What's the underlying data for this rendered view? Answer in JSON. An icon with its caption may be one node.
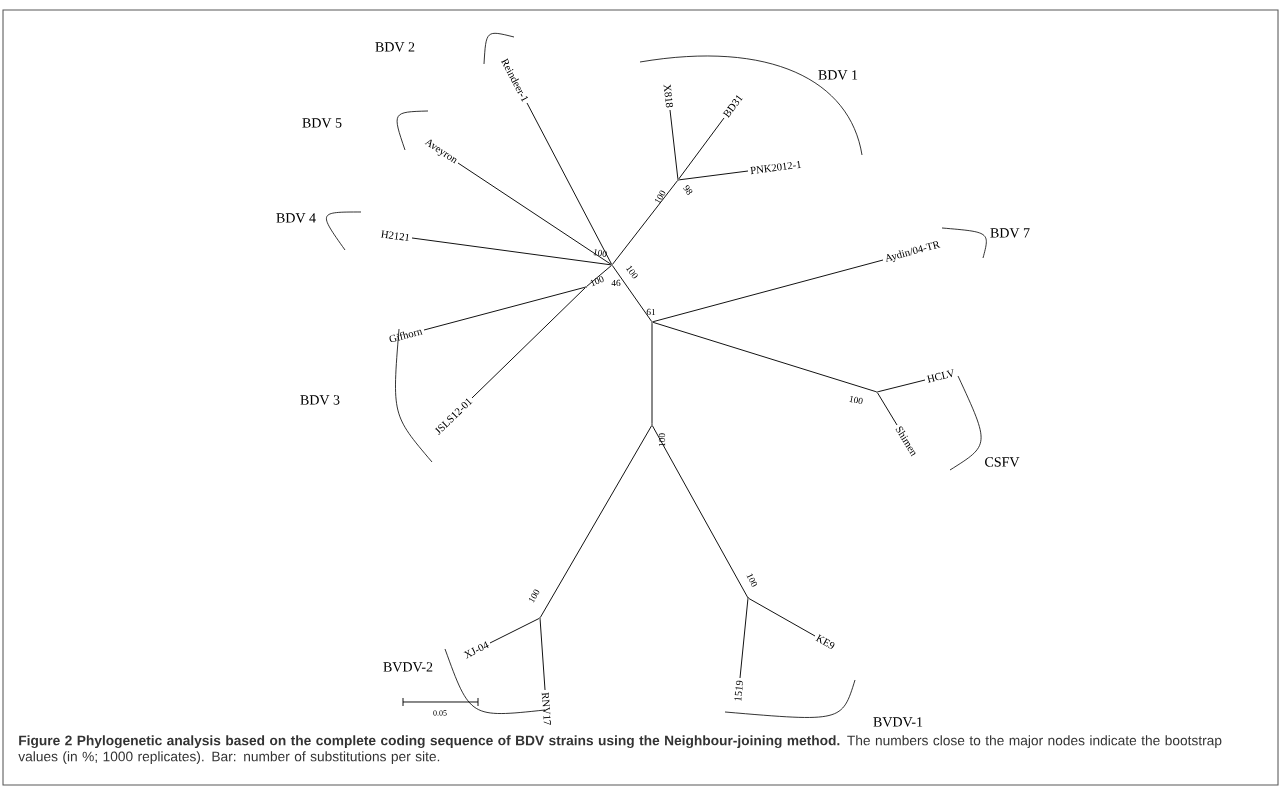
{
  "diagram": {
    "caption": "**Figure 2 Phylogenetic analysis based on the complete coding sequence of BDV strains using the Neighbour-joining method.** The numbers close to the major nodes indicate the bootstrap values (in %; 1000 replicates). Bar: number of substitutions per site.",
    "nodes": [
      {
        "text": [
          "Reindeer-1"
        ]
      },
      {
        "text": [
          "X818"
        ]
      },
      {
        "text": [
          "BD31"
        ]
      },
      {
        "text": [
          "Aveyron"
        ]
      },
      {
        "text": [
          "PNK2012-1"
        ]
      },
      {
        "text": [],
        "shape": "point",
        "beside": [
          "100",
          "98"
        ]
      },
      {
        "text": [
          "H2121"
        ]
      },
      {
        "text": [
          "Aydin/04-TR"
        ]
      },
      {
        "text": [],
        "shape": "point",
        "beside": [
          "100",
          "100"
        ]
      },
      {
        "text": [],
        "shape": "point",
        "beside": [
          "100",
          "46"
        ]
      },
      {
        "text": [
          "Gifhorn"
        ]
      },
      {
        "text": [],
        "shape": "point",
        "beside": [
          "61"
        ]
      },
      {
        "text": [
          "HCLV"
        ]
      },
      {
        "text": [],
        "shape": "point",
        "beside": [
          "100"
        ]
      },
      {
        "text": [
          "JSLS12-01"
        ]
      },
      {
        "text": [
          "Shimen"
        ]
      },
      {
        "text": [],
        "shape": "point",
        "beside": [
          "100"
        ]
      },
      {
        "text": [],
        "shape": "point",
        "beside": [
          "100"
        ]
      },
      {
        "text": [],
        "shape": "point",
        "beside": [
          "100"
        ]
      },
      {
        "text": [
          "XJ-04"
        ]
      },
      {
        "text": [
          "KE9"
        ]
      },
      {
        "text": [
          "1519"
        ]
      },
      {
        "text": [
          "RNV17"
        ]
      }
    ],
    "edges": [
      {
        "from": 8,
        "to": 0,
        "arrow": "none"
      },
      {
        "from": 8,
        "to": 3,
        "arrow": "none"
      },
      {
        "from": 8,
        "to": 6,
        "arrow": "none"
      },
      {
        "from": 8,
        "to": 5,
        "arrow": "none"
      },
      {
        "from": 5,
        "to": 1,
        "arrow": "none"
      },
      {
        "from": 5,
        "to": 2,
        "arrow": "none"
      },
      {
        "from": 5,
        "to": 4,
        "arrow": "none"
      },
      {
        "from": 8,
        "to": 9,
        "arrow": "none"
      },
      {
        "from": 9,
        "to": 10,
        "arrow": "none"
      },
      {
        "from": 9,
        "to": 14,
        "arrow": "none"
      },
      {
        "from": 8,
        "to": 11,
        "arrow": "none"
      },
      {
        "from": 11,
        "to": 7,
        "arrow": "none"
      },
      {
        "from": 11,
        "to": 13,
        "arrow": "none"
      },
      {
        "from": 13,
        "to": 12,
        "arrow": "none"
      },
      {
        "from": 13,
        "to": 15,
        "arrow": "none"
      },
      {
        "from": 11,
        "to": 16,
        "arrow": "none"
      },
      {
        "from": 16,
        "to": 18,
        "arrow": "none"
      },
      {
        "from": 16,
        "to": 17,
        "arrow": "none"
      },
      {
        "from": 18,
        "to": 19,
        "arrow": "none"
      },
      {
        "from": 18,
        "to": 22,
        "arrow": "none"
      },
      {
        "from": 17,
        "to": 21,
        "arrow": "none"
      },
      {
        "from": 17,
        "to": 20,
        "arrow": "none"
      }
    ],
    "labels": [
      "BDV 2",
      "BDV 1",
      "BDV 5",
      "BDV 4",
      "BDV 7",
      "BDV 3",
      "CSFV",
      "BVDV-2",
      "0.05",
      "BVDV-1"
    ]
  }
}
